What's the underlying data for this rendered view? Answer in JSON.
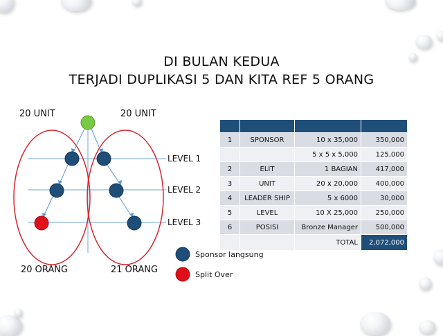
{
  "title": {
    "line1": "DI BULAN KEDUA",
    "line2": "TERJADI DUPLIKASI 5 DAN KITA REF 5 ORANG"
  },
  "diagram": {
    "left_top": "20 UNIT",
    "right_top": "20 UNIT",
    "left_bottom": "20 ORANG",
    "right_bottom": "21 ORANG",
    "levels": [
      "LEVEL 1",
      "LEVEL 2",
      "LEVEL 3"
    ],
    "colors": {
      "top_node": "#7ac943",
      "sponsor_node": "#1f4e79",
      "split_node": "#e0101a",
      "ellipse": "#d9262e",
      "grid": "#9dc3e6"
    }
  },
  "legend": [
    {
      "label": "Sponsor langsung",
      "color": "#1f4e79"
    },
    {
      "label": "Split Over",
      "color": "#e0101a"
    }
  ],
  "table": {
    "rows": [
      {
        "no": "1",
        "name": "SPONSOR",
        "calc": "10 x 35,000",
        "amount": "350,000"
      },
      {
        "no": "",
        "name": "",
        "calc": "5 x 5 x 5,000",
        "amount": "125,000"
      },
      {
        "no": "2",
        "name": "ELIT",
        "calc": "1 BAGIAN",
        "amount": "417,000"
      },
      {
        "no": "3",
        "name": "UNIT",
        "calc": "20 x 20,000",
        "amount": "400,000"
      },
      {
        "no": "4",
        "name": "LEADER SHIP",
        "calc": "5 x 6000",
        "amount": "30,000"
      },
      {
        "no": "5",
        "name": "LEVEL",
        "calc": "10 X 25,000",
        "amount": "250,000"
      },
      {
        "no": "6",
        "name": "POSISI",
        "calc": "Bronze Manager",
        "amount": "500,000"
      }
    ],
    "total_label": "TOTAL",
    "total_value": "2,072,000"
  }
}
